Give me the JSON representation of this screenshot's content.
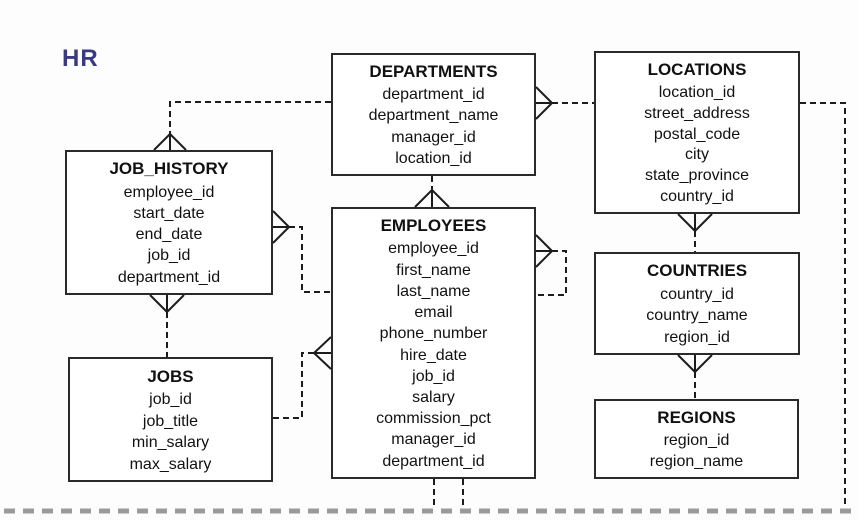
{
  "diagram": {
    "schema_label": "HR",
    "colors": {
      "background": "#fdfdfd",
      "box_background": "#ffffff",
      "box_border": "#2a2a2a",
      "text": "#111111",
      "schema_label": "#3a3a80",
      "connector": "#1c1c1c",
      "page_break_line": "#9a9a9a"
    }
  },
  "entities": [
    {
      "name": "DEPARTMENTS",
      "fields": [
        "department_id",
        "department_name",
        "manager_id",
        "location_id"
      ]
    },
    {
      "name": "LOCATIONS",
      "fields": [
        "location_id",
        "street_address",
        "postal_code",
        "city",
        "state_province",
        "country_id"
      ]
    },
    {
      "name": "JOB_HISTORY",
      "fields": [
        "employee_id",
        "start_date",
        "end_date",
        "job_id",
        "department_id"
      ]
    },
    {
      "name": "EMPLOYEES",
      "fields": [
        "employee_id",
        "first_name",
        "last_name",
        "email",
        "phone_number",
        "hire_date",
        "job_id",
        "salary",
        "commission_pct",
        "manager_id",
        "department_id"
      ]
    },
    {
      "name": "COUNTRIES",
      "fields": [
        "country_id",
        "country_name",
        "region_id"
      ]
    },
    {
      "name": "JOBS",
      "fields": [
        "job_id",
        "job_title",
        "min_salary",
        "max_salary"
      ]
    },
    {
      "name": "REGIONS",
      "fields": [
        "region_id",
        "region_name"
      ]
    }
  ],
  "relationships": [
    {
      "from": "LOCATIONS",
      "to": "DEPARTMENTS",
      "many_side": "DEPARTMENTS",
      "line_style": "dashed"
    },
    {
      "from": "DEPARTMENTS",
      "to": "JOB_HISTORY",
      "many_side": "JOB_HISTORY",
      "line_style": "dashed"
    },
    {
      "from": "DEPARTMENTS",
      "to": "EMPLOYEES",
      "many_side": "EMPLOYEES",
      "line_style": "dashed"
    },
    {
      "from": "EMPLOYEES",
      "to": "JOB_HISTORY",
      "many_side": "JOB_HISTORY",
      "line_style": "dashed"
    },
    {
      "from": "JOBS",
      "to": "JOB_HISTORY",
      "many_side": "JOB_HISTORY",
      "line_style": "dashed"
    },
    {
      "from": "JOBS",
      "to": "EMPLOYEES",
      "many_side": "EMPLOYEES",
      "line_style": "dashed"
    },
    {
      "from": "EMPLOYEES",
      "to": "EMPLOYEES",
      "many_side": "EMPLOYEES",
      "line_style": "dashed",
      "note": "self-reference loop on right edge"
    },
    {
      "from": "COUNTRIES",
      "to": "LOCATIONS",
      "many_side": "LOCATIONS",
      "line_style": "dashed"
    },
    {
      "from": "REGIONS",
      "to": "COUNTRIES",
      "many_side": "COUNTRIES",
      "line_style": "dashed"
    },
    {
      "from": "LOCATIONS",
      "to": "off-page-bottom",
      "many_side": "",
      "line_style": "dashed"
    },
    {
      "from": "EMPLOYEES",
      "to": "off-page-bottom",
      "many_side": "",
      "line_style": "dashed"
    },
    {
      "from": "EMPLOYEES",
      "to": "off-page-bottom",
      "many_side": "",
      "line_style": "dashed"
    }
  ]
}
